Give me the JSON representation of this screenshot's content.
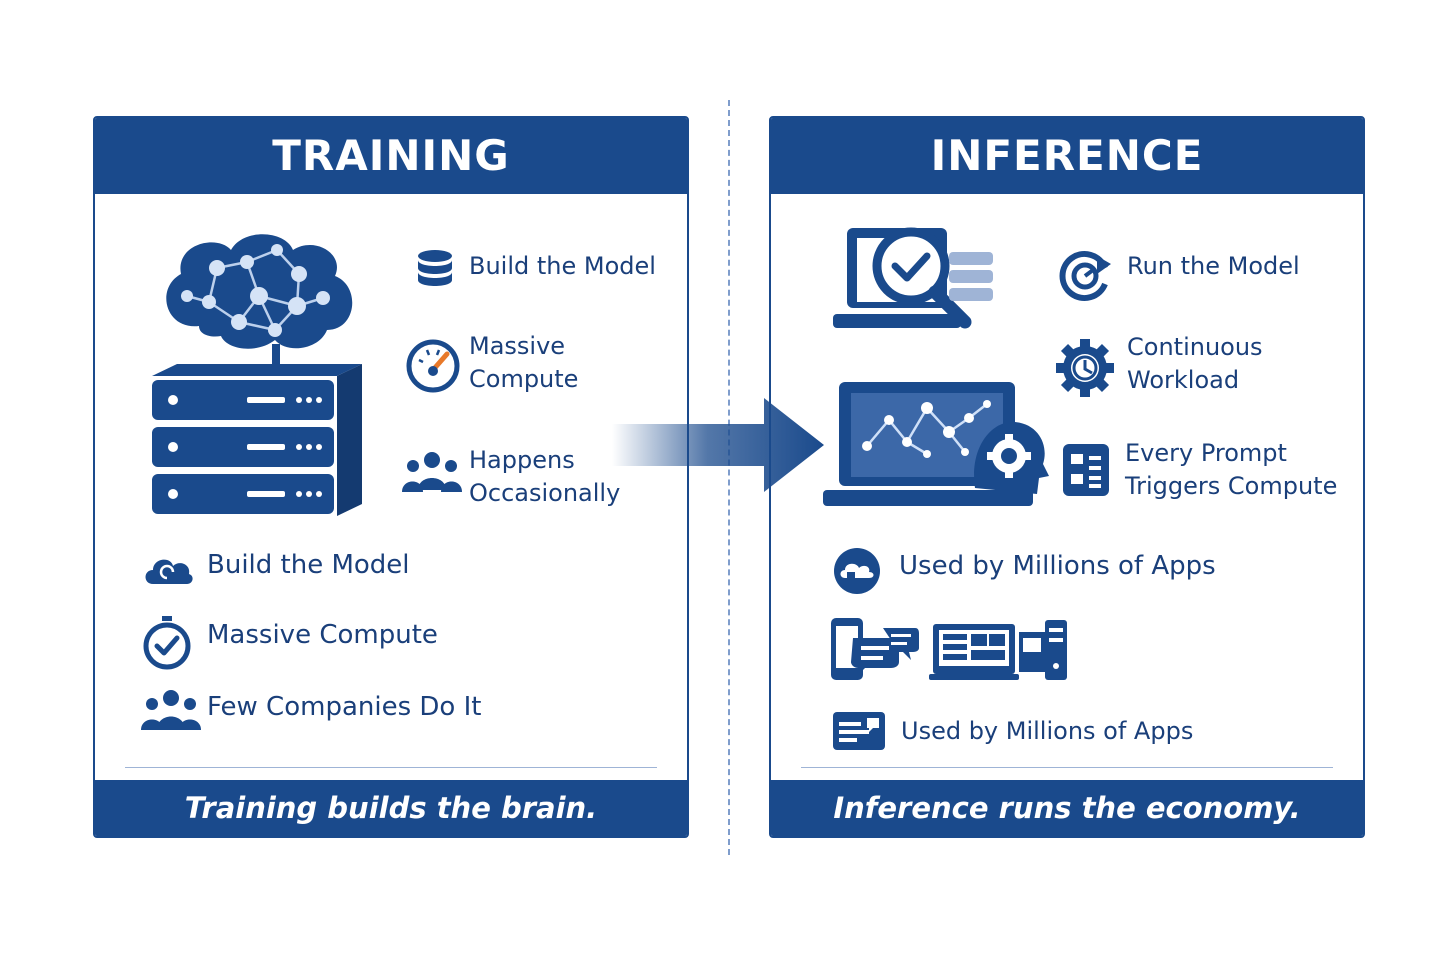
{
  "training": {
    "title": "TRAINING",
    "features": [
      {
        "label": "Build the Model",
        "icon": "database-icon"
      },
      {
        "label": "Massive\nCompute",
        "icon": "gauge-icon"
      },
      {
        "label": "Happens\nOccasionally",
        "icon": "people-icon"
      }
    ],
    "bottom_items": [
      {
        "label": "Build the Model",
        "icon": "cloud-icon"
      },
      {
        "label": "Massive Compute",
        "icon": "stopwatch-icon"
      },
      {
        "label": "Few Companies Do It",
        "icon": "team-icon"
      }
    ],
    "footer": "Training builds the brain."
  },
  "inference": {
    "title": "INFERENCE",
    "features": [
      {
        "label": "Run the Model",
        "icon": "cycle-icon"
      },
      {
        "label": "Continuous\nWorkload",
        "icon": "gear-clock-icon"
      },
      {
        "label": "Every Prompt\nTriggers Compute",
        "icon": "document-icon"
      }
    ],
    "bottom_items": [
      {
        "label": "Used by Millions of Apps",
        "icon": "chat-cloud-icon"
      },
      {
        "label": "Used by Millions of Apps",
        "icon": "app-card-icon"
      }
    ],
    "footer": "Inference runs the economy."
  },
  "colors": {
    "primary": "#1a4a8c",
    "light": "#9fb4d6",
    "accent": "#e8792a"
  }
}
